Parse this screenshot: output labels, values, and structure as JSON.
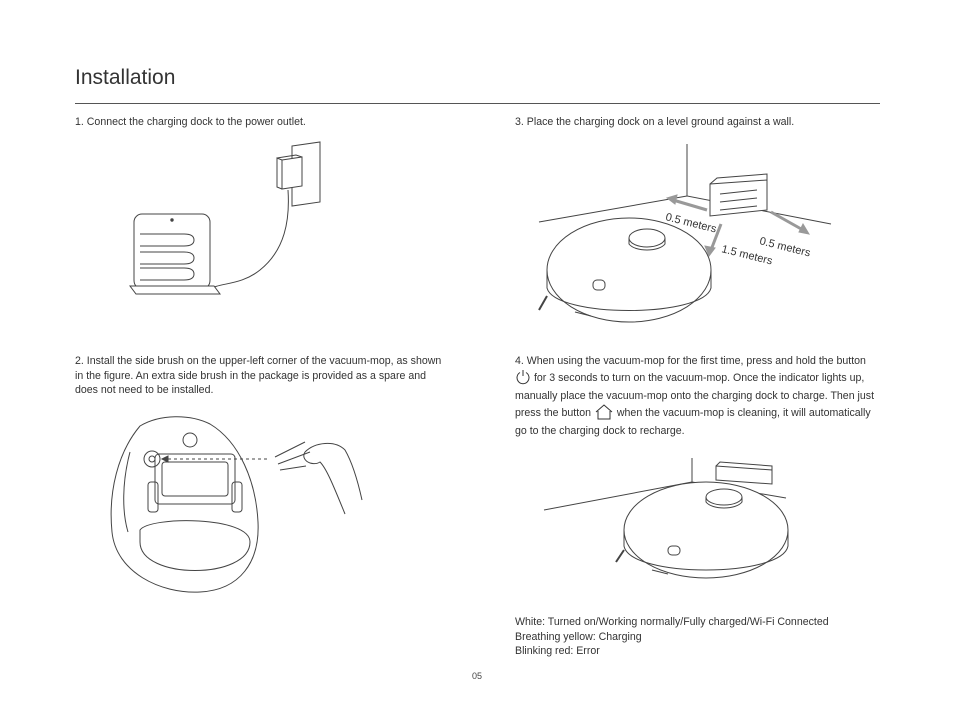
{
  "page": {
    "title": "Installation",
    "page_number": "05"
  },
  "steps": [
    {
      "text": "1. Connect the charging dock to the power outlet."
    },
    {
      "text": "2. Install the side brush on the upper-left corner of the vacuum-mop, as shown in the figure. An extra side brush in the package is provided as a spare and does not need to be installed."
    },
    {
      "text": "3. Place the charging dock on a level ground against a wall."
    },
    {
      "part1": "4. When using the vacuum-mop for the first time, press and hold the button",
      "part2": "for 3 seconds to turn on the vacuum-mop. Once the indicator lights up, manually place the vacuum-mop onto the charging dock to charge. Then just press the button",
      "part3": "when the vacuum-mop is cleaning, it will automatically go to the charging dock to recharge."
    }
  ],
  "figure3": {
    "left_distance": "0.5 meters",
    "right_distance": "0.5 meters",
    "front_distance": "1.5 meters"
  },
  "indicator_legend": [
    "White: Turned on/Working normally/Fully charged/Wi-Fi Connected",
    "Breathing yellow: Charging",
    "Blinking red: Error"
  ],
  "icons": {
    "power": "power-icon",
    "home": "home-icon"
  },
  "colors": {
    "text": "#333333",
    "line": "#555555",
    "arrow": "#999999"
  }
}
